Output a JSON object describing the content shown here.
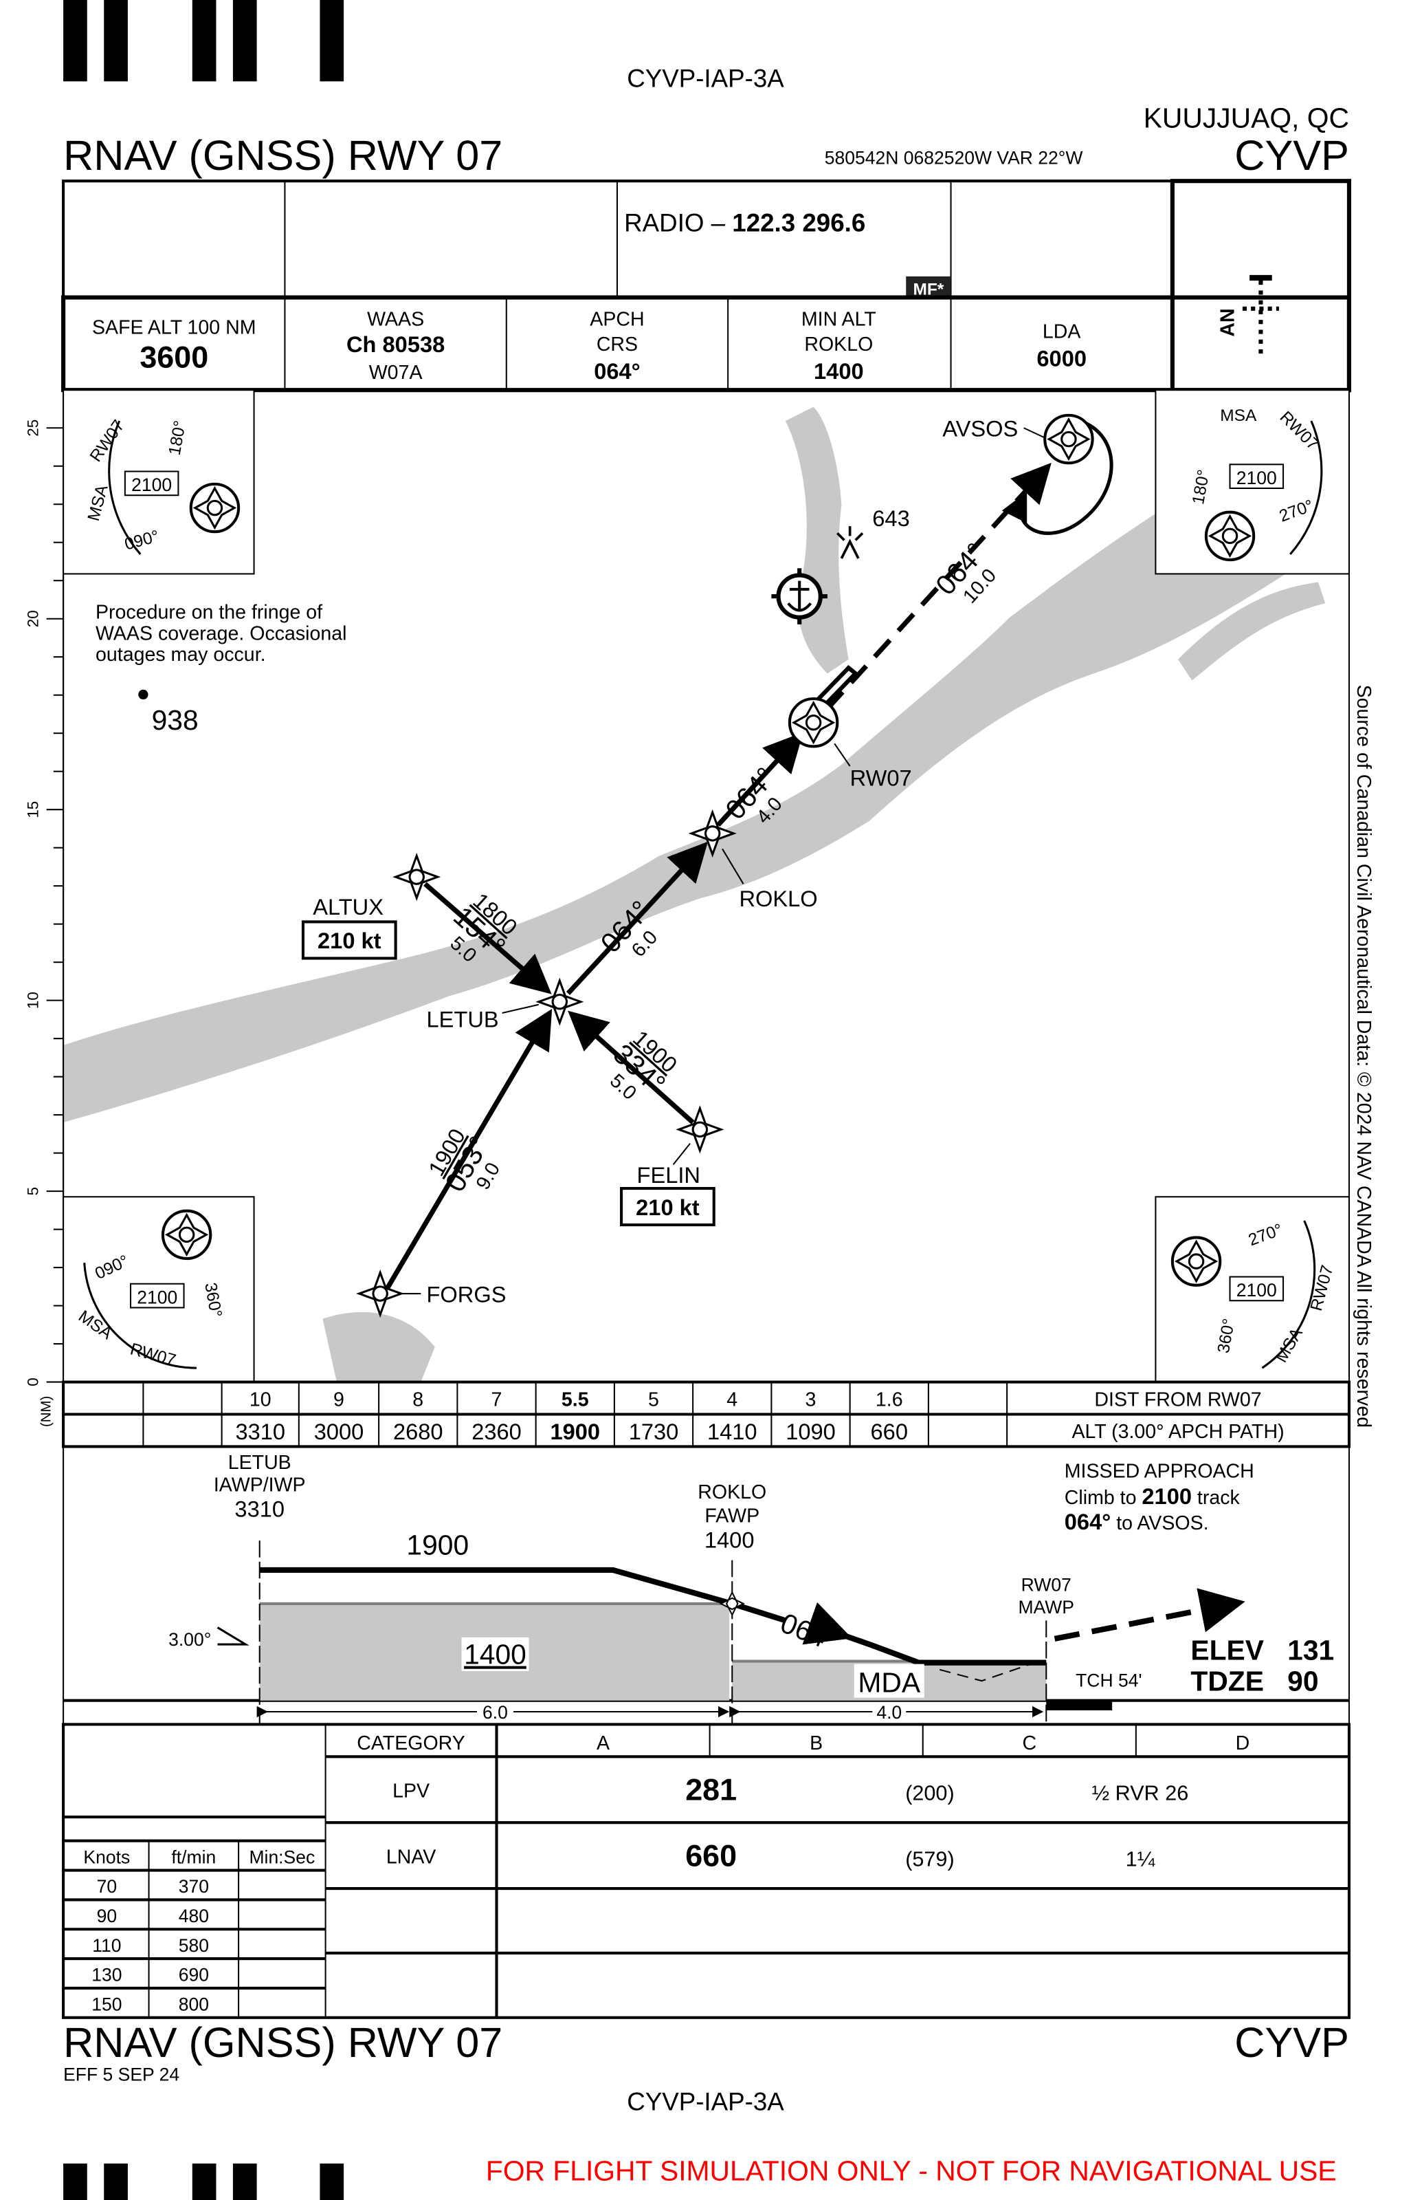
{
  "header": {
    "doc_id": "CYVP-IAP-3A",
    "procedure_title": "RNAV (GNSS) RWY 07",
    "location": "KUUJJUAQ, QC",
    "airport_id": "CYVP",
    "coords": "580542N  0682520W  VAR 22°W"
  },
  "comms": {
    "radio_label": "RADIO –",
    "radio_freqs": "122.3  296.6",
    "mf_badge": "MF*"
  },
  "briefing": {
    "safe_alt_label": "SAFE ALT 100 NM",
    "safe_alt_value": "3600",
    "waas_label": "WAAS",
    "waas_channel": "Ch 80538",
    "waas_id": "W07A",
    "apch_label1": "APCH",
    "apch_label2": "CRS",
    "apch_value": "064°",
    "minalt_label1": "MIN ALT",
    "minalt_label2": "ROKLO",
    "minalt_value": "1400",
    "lda_label": "LDA",
    "lda_value": "6000",
    "lighting_label": "AN"
  },
  "plan": {
    "y_ticks": [
      "0",
      "5",
      "10",
      "15",
      "20",
      "25"
    ],
    "nm_label": "(NM)",
    "note": [
      "Procedure on the fringe of",
      "WAAS coverage. Occasional",
      "outages may occur."
    ],
    "msa": {
      "label": "MSA",
      "ref": "RW07",
      "alt": "2100",
      "b1": "180°",
      "b2": "090°",
      "b3": "270°",
      "b4": "360°"
    },
    "fixes": {
      "avsos": "AVSOS",
      "rw07": "RW07",
      "roklo": "ROKLO",
      "altux": "ALTUX",
      "letub": "LETUB",
      "felin": "FELIN",
      "forgs": "FORGS"
    },
    "obstacle_643": "643",
    "spot_938": "938",
    "speed_limit": "210 kt",
    "legs": {
      "missed_course": "064°",
      "missed_dist": "10.0",
      "final_course": "064°",
      "final_dist": "4.0",
      "inter_course": "064°",
      "inter_dist": "6.0",
      "altux_alt": "1800",
      "altux_course": "154°",
      "altux_dist": "5.0",
      "felin_alt": "1900",
      "felin_course": "334°",
      "felin_dist": "5.0",
      "forgs_alt": "1900",
      "forgs_course": "053°",
      "forgs_dist": "9.0"
    },
    "source_note": "Source of Canadian Civil Aeronautical Data: © 2024 NAV CANADA All rights reserved"
  },
  "descent_table": {
    "dist_label": "DIST FROM RW07",
    "alt_label": "ALT (3.00° APCH PATH)",
    "dist": [
      "10",
      "9",
      "8",
      "7",
      "5.5",
      "5",
      "4",
      "3",
      "1.6"
    ],
    "alt": [
      "3310",
      "3000",
      "2680",
      "2360",
      "1900",
      "1730",
      "1410",
      "1090",
      "660"
    ]
  },
  "profile": {
    "letub": [
      "LETUB",
      "IAWP/IWP",
      "3310"
    ],
    "roklo": [
      "ROKLO",
      "FAWP",
      "1400"
    ],
    "mawp": [
      "RW07",
      "MAWP"
    ],
    "alt_1900": "1900",
    "alt_1400": "1400",
    "mda": "MDA",
    "course": "064°",
    "gpa": "3.00°",
    "tch": "TCH 54'",
    "seg1": "6.0",
    "seg2": "4.0",
    "missed": {
      "title": "MISSED APPROACH",
      "l1a": "Climb to",
      "l1b": "2100",
      "l1c": "track",
      "l2a": "064°",
      "l2b": "to AVSOS."
    },
    "elev_label": "ELEV",
    "elev": "131",
    "tdze_label": "TDZE",
    "tdze": "90"
  },
  "minimums": {
    "category_label": "CATEGORY",
    "categories": [
      "A",
      "B",
      "C",
      "D"
    ],
    "rows": [
      {
        "name": "LPV",
        "da": "281",
        "hat": "(200)",
        "vis": "½ RVR 26"
      },
      {
        "name": "LNAV",
        "da": "660",
        "hat": "(579)",
        "vis": "1¼"
      }
    ]
  },
  "rate_table": {
    "headers": [
      "Knots",
      "ft/min",
      "Min:Sec"
    ],
    "rows": [
      [
        "70",
        "370"
      ],
      [
        "90",
        "480"
      ],
      [
        "110",
        "580"
      ],
      [
        "130",
        "690"
      ],
      [
        "150",
        "800"
      ]
    ]
  },
  "footer": {
    "procedure_title": "RNAV (GNSS) RWY 07",
    "airport_id": "CYVP",
    "effective": "EFF 5 SEP 24",
    "doc_id": "CYVP-IAP-3A",
    "disclaimer": "FOR FLIGHT SIMULATION ONLY - NOT FOR NAVIGATIONAL USE",
    "disclaimer_color": "#ff0000"
  }
}
